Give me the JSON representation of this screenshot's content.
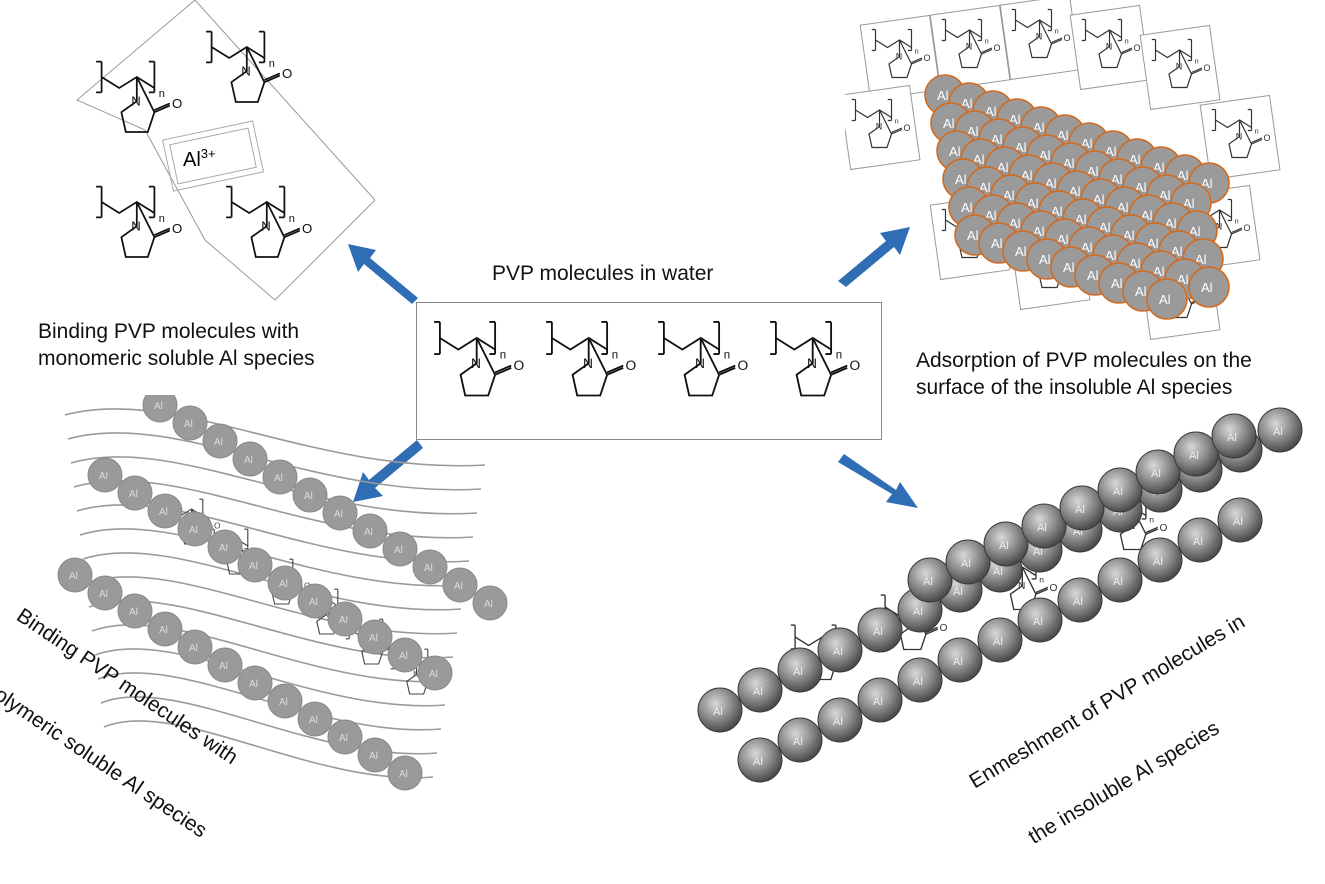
{
  "center": {
    "title": "PVP molecules in water",
    "subscript": "n",
    "atom_n": "N",
    "atom_o": "O",
    "molecule_count": 4
  },
  "top_left": {
    "caption_line1": "Binding PVP molecules with",
    "caption_line2": "monomeric soluble Al species",
    "ion_label": "Al",
    "ion_charge": "3+"
  },
  "top_right": {
    "caption_line1": "Adsorption of PVP molecules on the",
    "caption_line2": "surface of the insoluble Al species",
    "sphere_label": "Al"
  },
  "bottom_left": {
    "caption_line1": "Binding PVP molecules with",
    "caption_line2": "polymeric soluble Al species",
    "sphere_label": "Al"
  },
  "bottom_right": {
    "caption_line1": "Enmeshment of PVP molecules in",
    "caption_line2": "the insoluble Al species",
    "sphere_label": "Al"
  },
  "colors": {
    "arrow": "#2f6db5",
    "sphere_gray": "#9a9a9a",
    "sphere_outline_orange": "#d46a1e",
    "dark_sphere": "#6f6f6f"
  }
}
